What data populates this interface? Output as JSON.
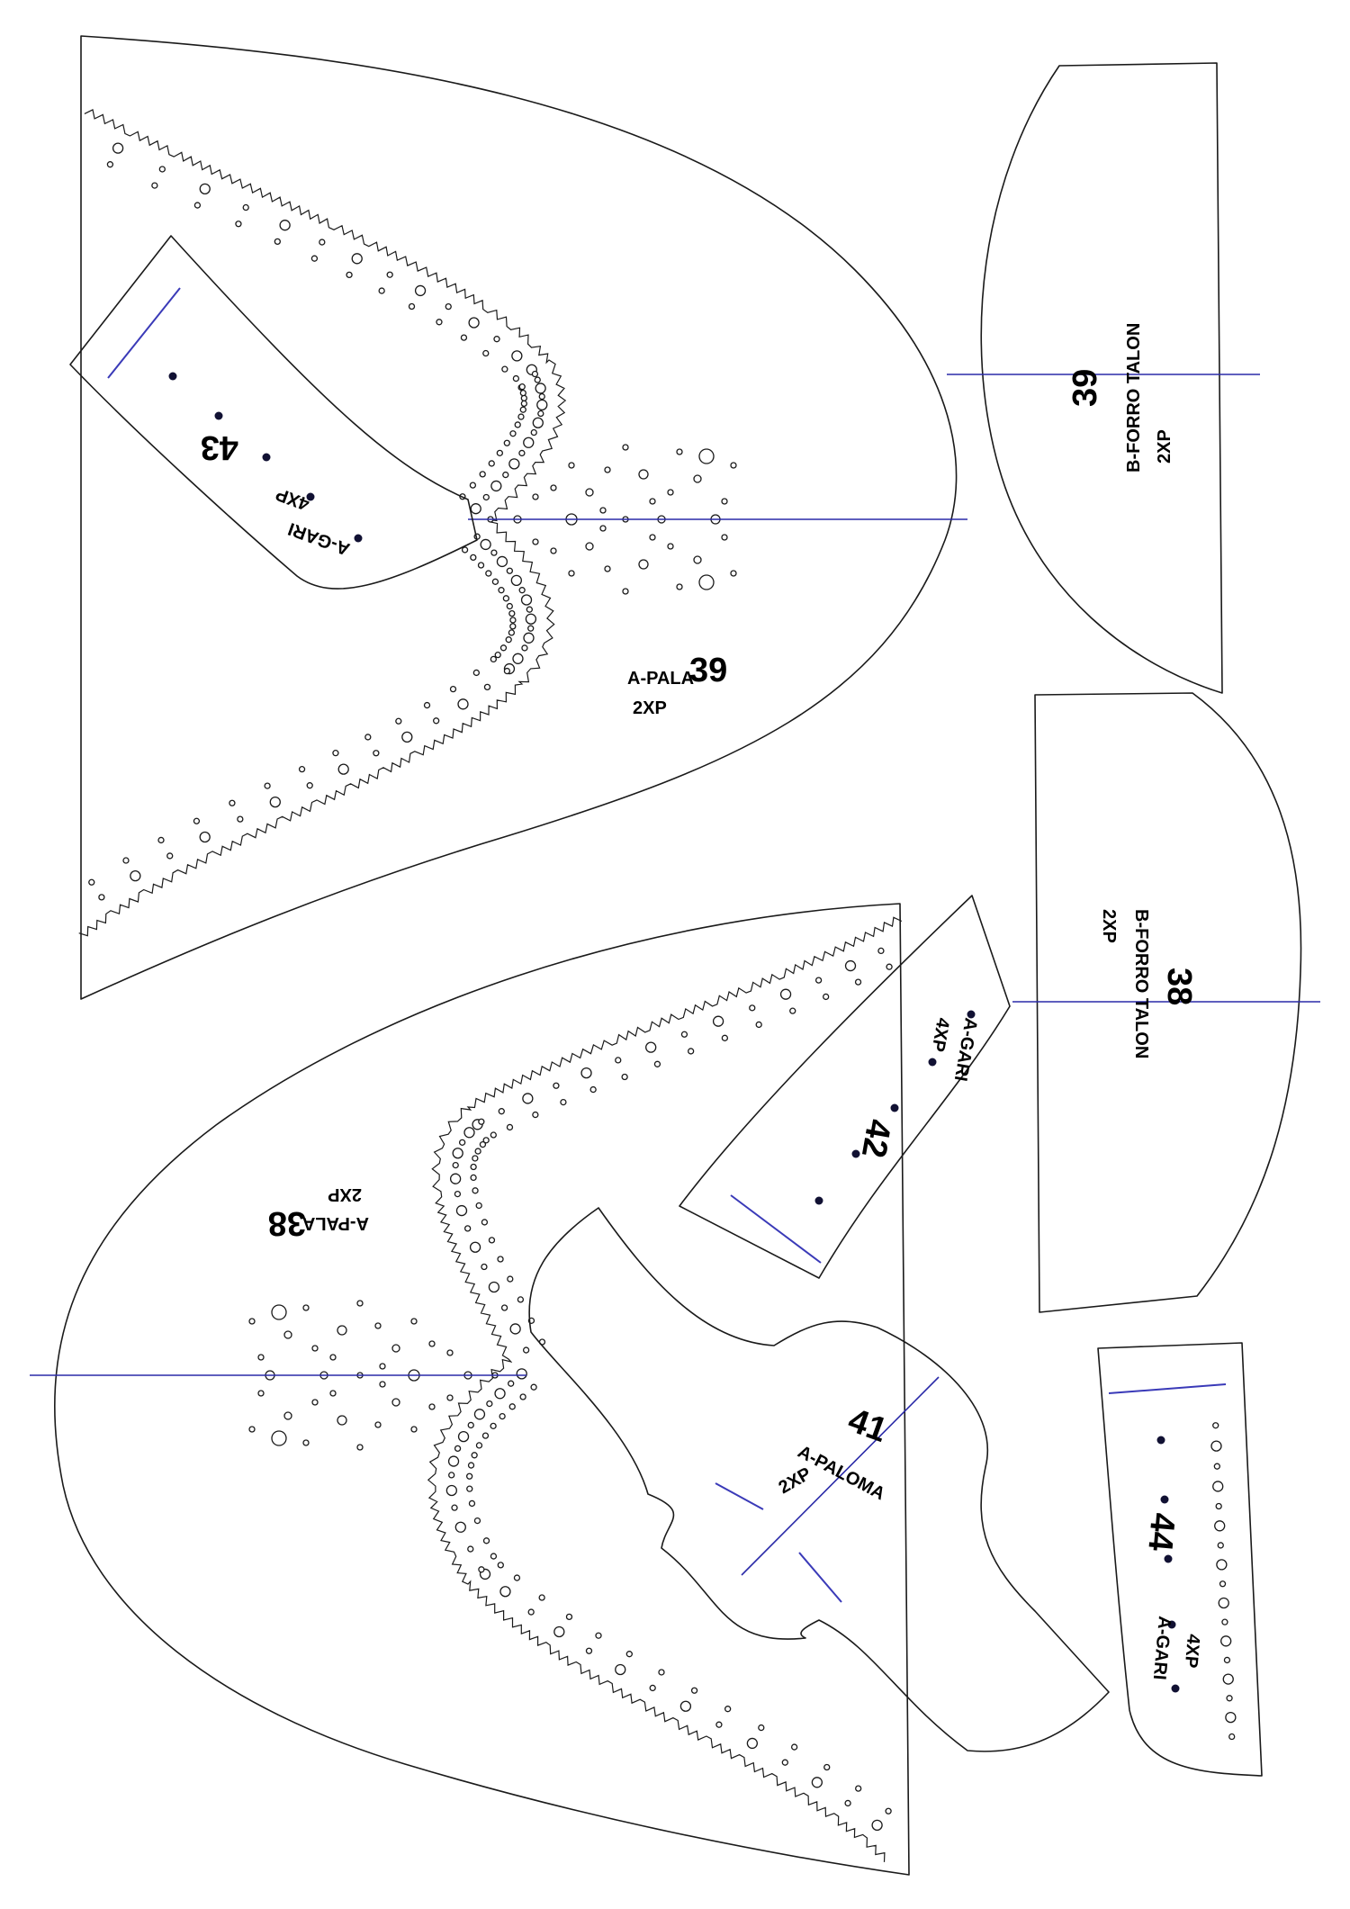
{
  "pieces": [
    {
      "id": "pala-39",
      "number": "39",
      "name": "A-PALA",
      "qty": "2XP"
    },
    {
      "id": "gari-43",
      "number": "43",
      "name": "A-GARI",
      "qty": "4XP"
    },
    {
      "id": "forro-talon-39",
      "number": "39",
      "name": "B-FORRO TALON",
      "qty": "2XP"
    },
    {
      "id": "forro-talon-38",
      "number": "38",
      "name": "B-FORRO TALON",
      "qty": "2XP"
    },
    {
      "id": "gari-42",
      "number": "42",
      "name": "A-GARI",
      "qty": "4XP"
    },
    {
      "id": "pala-38",
      "number": "38",
      "name": "A-PALA",
      "qty": "2XP"
    },
    {
      "id": "paloma-41",
      "number": "41",
      "name": "A-PALOMA",
      "qty": "2XP"
    },
    {
      "id": "gari-44",
      "number": "44",
      "name": "A-GARI",
      "qty": "4XP"
    }
  ],
  "colors": {
    "outline": "#1a1a1a",
    "axis": "#2a2aa8",
    "marker": "#111133",
    "background": "#ffffff"
  }
}
